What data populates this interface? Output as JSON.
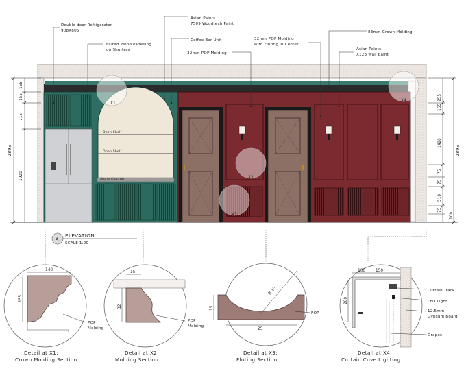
{
  "callouts": {
    "refrigerator": "Double door Refrigerator",
    "refrigerator_size": "908X805",
    "fluted_panel": "Fluted Wood Panelling",
    "fluted_panel_sub": "on Shutters",
    "paint_woodtech": "Asian Paints",
    "paint_woodtech_sub": "7509 Woodtech Paint",
    "coffee_bar": "Coffee Bar Unit",
    "pop_32": "32mm POP Molding",
    "pop_fluting": "32mm POP Molding",
    "pop_fluting_sub": "with Fluting in Center",
    "crown_83": "83mm Crown Molding",
    "wall_paint": "Asian Paints",
    "wall_paint_sub": "X123 Wall paint"
  },
  "shelves": {
    "shelf1": "Open Shelf",
    "shelf2": "Open Shelf",
    "counter": "Stone Counter"
  },
  "markers": {
    "x1": "X1",
    "x2": "X2",
    "x3": "X3",
    "x4": "X4"
  },
  "left_dims": {
    "total": "2895",
    "d1": "155",
    "d2": "155",
    "d3": "715",
    "d4": "1920"
  },
  "right_dims": {
    "total": "2895",
    "d1": "255",
    "d2": "155",
    "d3": "1420",
    "d4": "75",
    "d5": "75",
    "d6": "510",
    "d7": "75",
    "d8": "100"
  },
  "elevation": {
    "letter": "A",
    "title": "ELEVATION",
    "scale": "SCALE 1:20"
  },
  "details": [
    {
      "dims": [
        "140",
        "155"
      ],
      "note": "POP",
      "note2": "Molding",
      "caption1": "Detail at X1:",
      "caption2": "Crown Molding Section"
    },
    {
      "dims": [
        "15",
        "32"
      ],
      "note": "POP",
      "note2": "Molding",
      "caption1": "Detail at X2:",
      "caption2": "Molding Section"
    },
    {
      "dims": [
        "15",
        "R 10",
        "25"
      ],
      "note": "POP",
      "caption1": "Detail at X3:",
      "caption2": "Fluting Section"
    },
    {
      "dims": [
        "100",
        "150",
        "200"
      ],
      "notes": [
        "Curtain Track",
        "LED Light",
        "12.5mm",
        "Gypsum Board",
        "Drapes"
      ],
      "caption1": "Detail at X4:",
      "caption2": "Curtain Cove Lighting"
    }
  ],
  "colors": {
    "teal": "#2f6f63",
    "maroon": "#7b2a2f",
    "door": "#8c7066",
    "fridge": "#cfd1d4",
    "cream": "#f2ece0",
    "ceiling": "#ece7e3",
    "molding": "#b79e98"
  }
}
